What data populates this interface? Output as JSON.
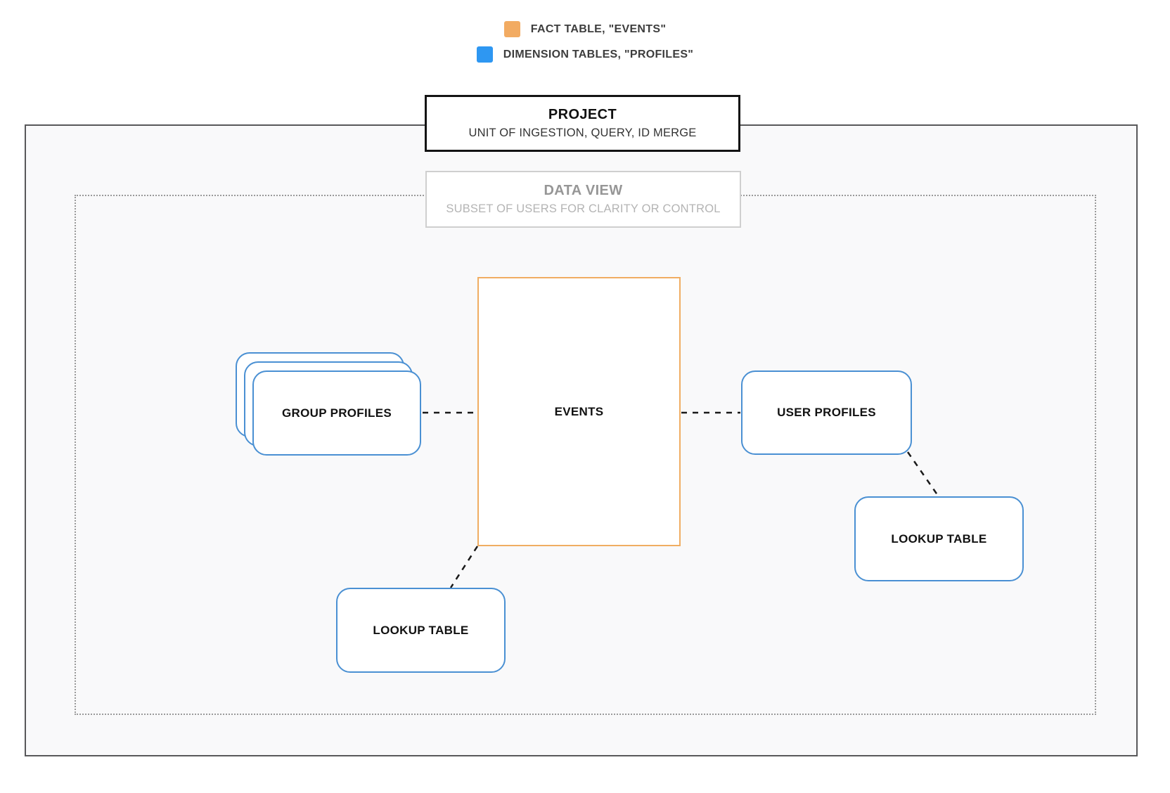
{
  "legend": {
    "items": [
      {
        "icon": "fact-table-swatch",
        "color": "#f2ab62",
        "label": "FACT TABLE, \"EVENTS\""
      },
      {
        "icon": "dimension-table-swatch",
        "color": "#2e97f2",
        "label": "DIMENSION TABLES, \"PROFILES\""
      }
    ]
  },
  "project_box": {
    "title": "PROJECT",
    "subtitle": "UNIT OF INGESTION, QUERY, ID MERGE"
  },
  "data_view_box": {
    "title": "DATA VIEW",
    "subtitle": "SUBSET OF USERS FOR CLARITY OR CONTROL"
  },
  "nodes": {
    "events": {
      "label": "EVENTS",
      "role": "fact table"
    },
    "group_profiles": {
      "label": "GROUP PROFILES",
      "role": "dimension table stack"
    },
    "user_profiles": {
      "label": "USER PROFILES",
      "role": "dimension table"
    },
    "lookup_table_right": {
      "label": "LOOKUP TABLE",
      "role": "dimension table"
    },
    "lookup_table_bottom": {
      "label": "LOOKUP TABLE",
      "role": "dimension table"
    }
  },
  "colors": {
    "fact_accent": "#f2ab62",
    "dimension_accent": "#2e97f2",
    "node_border_blue": "#4a90d3",
    "node_border_orange": "#f0ad62",
    "project_border": "#141414",
    "outer_boundary_border": "#58585a",
    "dotted_boundary_border": "#9a9a9a",
    "connector": "#1a1a1a"
  }
}
